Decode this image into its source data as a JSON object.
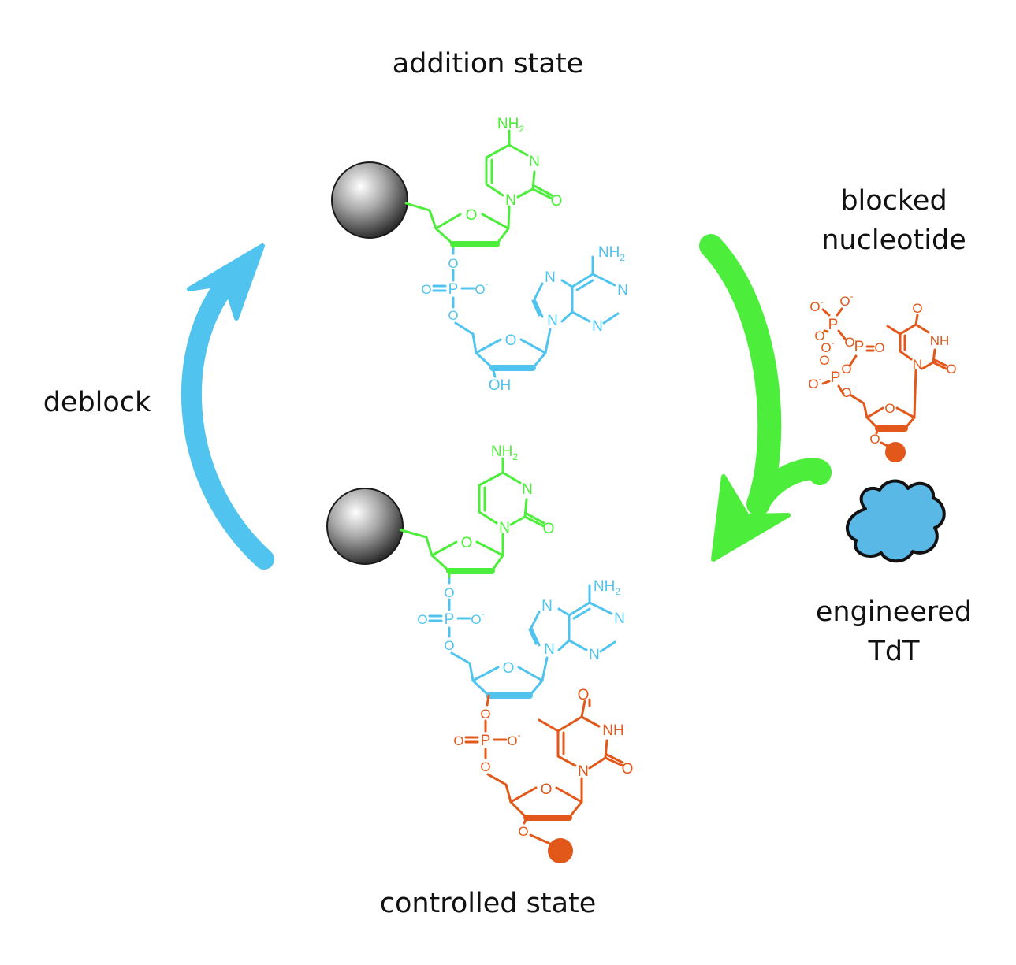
{
  "labels": {
    "addition_state": "addition state",
    "controlled_state": "controlled state",
    "deblock": "deblock",
    "blocked_nucleotide_line1": "blocked",
    "blocked_nucleotide_line2": "nucleotide",
    "engineered_tdt_line1": "engineered",
    "engineered_tdt_line2": "TdT"
  },
  "atoms": {
    "nh": "NH",
    "h2": "2",
    "n": "N",
    "o": "O",
    "p": "P",
    "oh": "OH",
    "minus": "-"
  },
  "colors": {
    "cytidine": "#4cee3b",
    "adenosine": "#50c4ef",
    "thymidine": "#e2581a",
    "arrow_add": "#4cee3b",
    "arrow_deblock": "#50c4ef",
    "enzyme_fill": "#5ab8e6",
    "bead_dark": "#222222",
    "text": "#111111"
  }
}
